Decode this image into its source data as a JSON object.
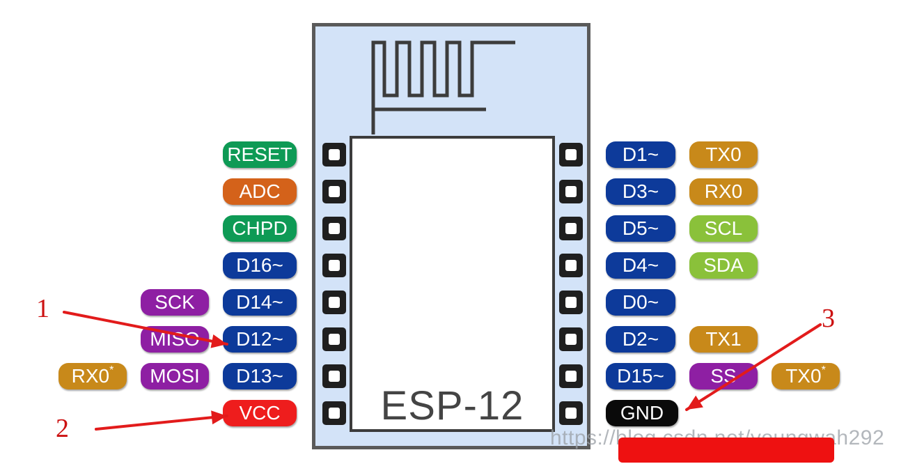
{
  "module": {
    "label": "ESP-12"
  },
  "colors": {
    "blue": "#0d3a9a",
    "green": "#0e9a55",
    "orange": "#d4621a",
    "purple": "#8e1fa3",
    "gold": "#c8891a",
    "lime": "#8ac13a",
    "red": "#ee1d1d",
    "black": "#0a0a0a",
    "arrow_red": "#e21b1b"
  },
  "left_pins": [
    {
      "label": "RESET",
      "color": "green"
    },
    {
      "label": "ADC",
      "color": "orange"
    },
    {
      "label": "CHPD",
      "color": "green"
    },
    {
      "label": "D16~",
      "color": "blue"
    },
    {
      "label": "D14~",
      "color": "blue",
      "alt": [
        {
          "label": "SCK",
          "color": "purple"
        }
      ]
    },
    {
      "label": "D12~",
      "color": "blue",
      "alt": [
        {
          "label": "MISO",
          "color": "purple"
        }
      ]
    },
    {
      "label": "D13~",
      "color": "blue",
      "alt": [
        {
          "label": "MOSI",
          "color": "purple"
        },
        {
          "label": "RX0",
          "sup": "*",
          "color": "gold"
        }
      ]
    },
    {
      "label": "VCC",
      "color": "red"
    }
  ],
  "right_pins": [
    {
      "label": "D1~",
      "color": "blue",
      "alt": [
        {
          "label": "TX0",
          "color": "gold"
        }
      ]
    },
    {
      "label": "D3~",
      "color": "blue",
      "alt": [
        {
          "label": "RX0",
          "color": "gold"
        }
      ]
    },
    {
      "label": "D5~",
      "color": "blue",
      "alt": [
        {
          "label": "SCL",
          "color": "lime"
        }
      ]
    },
    {
      "label": "D4~",
      "color": "blue",
      "alt": [
        {
          "label": "SDA",
          "color": "lime"
        }
      ]
    },
    {
      "label": "D0~",
      "color": "blue"
    },
    {
      "label": "D2~",
      "color": "blue",
      "alt": [
        {
          "label": "TX1",
          "color": "gold"
        }
      ]
    },
    {
      "label": "D15~",
      "color": "blue",
      "alt": [
        {
          "label": "SS",
          "color": "purple"
        },
        {
          "label": "TX0",
          "sup": "*",
          "color": "gold"
        }
      ]
    },
    {
      "label": "GND",
      "color": "black"
    }
  ],
  "annotations": [
    {
      "number": "1",
      "target": "D12~"
    },
    {
      "number": "2",
      "target": "VCC"
    },
    {
      "number": "3",
      "target": "GND"
    }
  ],
  "watermark": "https://blog.csdn.net/youngwah292"
}
